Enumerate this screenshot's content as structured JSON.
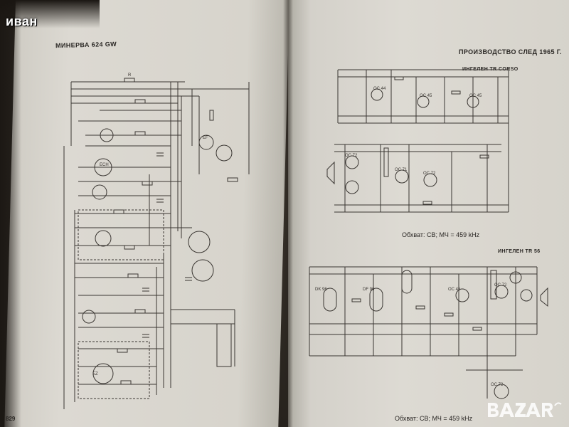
{
  "overlay": {
    "username": "иван"
  },
  "left_page": {
    "header": "МИНЕРВА 624 GW",
    "page_number": "829"
  },
  "right_page": {
    "header": "ПРОИЗВОДСТВО СЛЕД 1965 Г.",
    "schematic_1_title": "ИНГЕЛЕН TR CORSO",
    "schematic_1_caption": "Обхват: СВ; МЧ = 459 kHz",
    "schematic_2_title": "ИНГЕЛЕН TR 56",
    "schematic_2_caption": "Обхват: СВ; МЧ = 459 kHz"
  },
  "colors": {
    "paper": "#d8d5ce",
    "ink": "#3a3632",
    "background": "#1f1b17"
  },
  "watermark_logo": "bazar-logo-icon"
}
